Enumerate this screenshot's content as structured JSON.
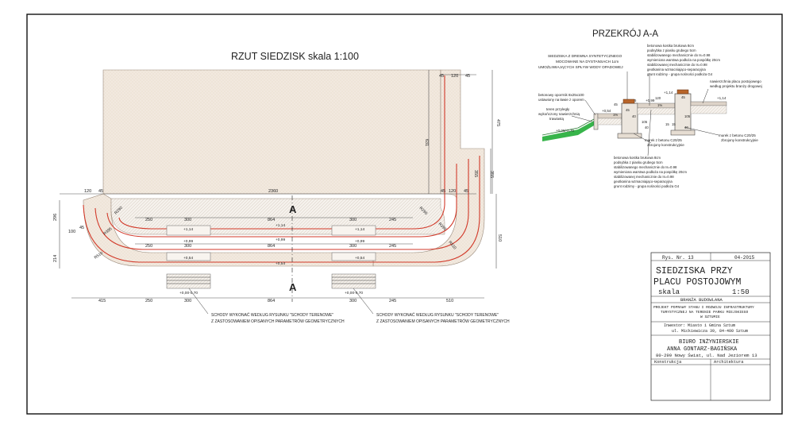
{
  "colors": {
    "paving_fill": "#f2e9df",
    "paving_hatch": "#e4d6c6",
    "seat_line": "#d23a2a",
    "grass": "#37b44a",
    "frame": "#111111"
  },
  "plan": {
    "title": "RZUT SIEDZISK skala 1:100",
    "section_marks": [
      "A",
      "A"
    ],
    "dims_top": [
      "45",
      "120",
      "45"
    ],
    "dims_right": [
      "475",
      "631",
      "355",
      "355",
      "510"
    ],
    "dims_mid": [
      "120",
      "45",
      "2360",
      "45",
      "120",
      "45"
    ],
    "dims_left": [
      "296",
      "214",
      "100",
      "45"
    ],
    "radius_labels": [
      "R290",
      "R290",
      "R395",
      "R395",
      "R510",
      "R510"
    ],
    "step_widths": [
      "250",
      "300",
      "864",
      "300",
      "245"
    ],
    "step_widths_lower": [
      "250",
      "300",
      "864",
      "300",
      "245"
    ],
    "dims_bottom": [
      "415",
      "250",
      "300",
      "864",
      "300",
      "245",
      "510"
    ],
    "levels": [
      "+1,14",
      "+1,14",
      "+1,14",
      "+0,99",
      "+0,99",
      "+0,99",
      "+0,54",
      "+0,54",
      "+0,54",
      "+0,00-0,70",
      "+0,00-0,70"
    ],
    "note1_line1": "SCHODY WYKONAĆ WEDŁUG RYSUNKU \"SCHODY TERENOWE\"",
    "note1_line2": "Z ZASTOSOWANIEM OPISANYCH PARAMETRÓW GEOMETRYCZNYCH",
    "note2_line1": "SCHODY WYKONAĆ WEDŁUG RYSUNKU \"SCHODY TERENOWE\"",
    "note2_line2": "Z ZASTOSOWANIEM OPISANYCH PARAMETRÓW GEOMETRYCZNYCH"
  },
  "section": {
    "title": "PRZEKRÓJ A-A",
    "labels": {
      "seat": [
        "SIEDZISKA Z DREWNA SYNTETYCZNEGO",
        "MOCOWANE NA DYSTANSACH 1cm",
        "UMOŻLIWIAJĄCYCH SPŁYW WODY OPADOWEJ"
      ],
      "paving_top": [
        "betonowa kostka brukowa 8cm",
        "podsybka z piasku grubego 5cm",
        "stabilizowanego mechanicznie do Is=0.98",
        "wymieniona warstwa podłoża na pospółkę 20cm",
        "stabilizowanej mechanicznie do Is=0.98",
        "geotkanina wzmacniająco-separacyjna",
        "grunt rodzimy - grupa nośności podłoża G4"
      ],
      "curb": [
        "betonowy oporrnik 8x25x100",
        "ustawiony na ławie z oporem"
      ],
      "terrain": [
        "teren przyległy",
        "wykończony nawierzchnią",
        "trawiastą"
      ],
      "plaza": [
        "nawierzchnia placu postojowego",
        "według projektu branży drogowej"
      ],
      "wall_right": [
        "murek z betonu C20/25",
        "zbrojony konstrukcyjnie"
      ],
      "wall_mid": [
        "murek z betonu C20/25",
        "zbrojony konstrukcyjnie"
      ],
      "paving_bottom": [
        "betonowa kostka brukowa 8cm",
        "podsybka z piasku grubego 5cm",
        "stabilizowanego mechanicznie do Is=0.98",
        "wymieniona warstwa podłoża na pospółkę 20cm",
        "stabilizowanej mechanicznie do Is=0.98",
        "geotkanina wzmacniająco-separacyjna",
        "grunt rodzimy - grupa nośności podłoża G4"
      ]
    },
    "levels": [
      "+0,99",
      "+1,14",
      "+1,14",
      "+0,54",
      "+0,00/-0,70"
    ],
    "dims": [
      "45",
      "5",
      "45",
      "40",
      "120",
      "45",
      "105",
      "105",
      "40",
      "40",
      "15",
      "1%",
      "1%",
      "15"
    ]
  },
  "title_block": {
    "sheet_no_label": "Rys. Nr. 13",
    "date": "04-2015",
    "title_line1": "SIEDZISKA PRZY",
    "title_line2": "PLACU POSTOJOWYM",
    "scale_label": "skala",
    "scale_value": "1:50",
    "branch": "BRANŻA BUDOWLANA",
    "project_line1": "PROJEKT POPRAWY STANU I ROZWOJU INFRASTRUKTURY",
    "project_line2": "TURYSTYCZNEJ NA TERENIE PARKU MIEJSKIEGO",
    "project_line3": "W SZTUMIE",
    "investor_line1": "Inwestor: Miasto i Gmina Sztum",
    "investor_line2": "ul. Mickiewicza 39, 84-400 Sztum",
    "office_line1": "BIURO INŻYNIERSKIE",
    "office_line2": "ANNA GONTARZ-BAGIŃSKA",
    "office_line3": "80-299 Nowy Świat, ul. Nad Jeziorem 13",
    "role1": "Konstrukcja",
    "role2": "Architektura"
  }
}
